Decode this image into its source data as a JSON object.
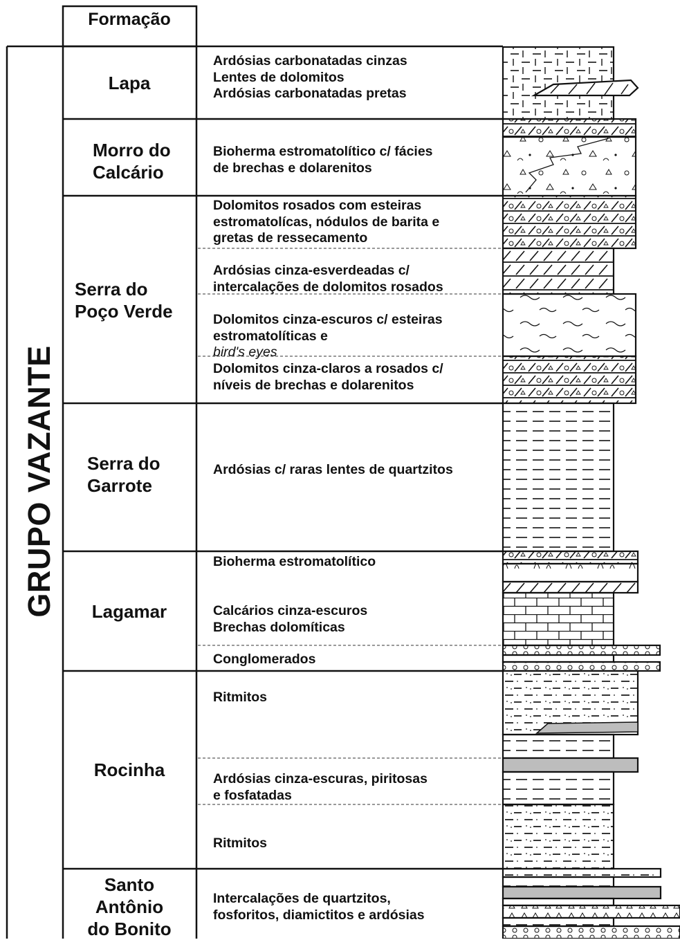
{
  "header": {
    "formation_label": "Formação"
  },
  "group": {
    "label": "GRUPO VAZANTE"
  },
  "formations": [
    {
      "id": "lapa",
      "lines": [
        "Lapa"
      ]
    },
    {
      "id": "morro",
      "lines": [
        "Morro do",
        "Calcário"
      ]
    },
    {
      "id": "poco",
      "lines": [
        "Serra do",
        "Poço Verde"
      ]
    },
    {
      "id": "garrote",
      "lines": [
        "Serra do",
        "Garrote"
      ]
    },
    {
      "id": "lagamar",
      "lines": [
        "Lagamar"
      ]
    },
    {
      "id": "rocinha",
      "lines": [
        "Rocinha"
      ]
    },
    {
      "id": "santo",
      "lines": [
        "Santo",
        "Antônio",
        "do Bonito"
      ]
    }
  ],
  "descriptions": {
    "lapa": [
      "Ardósias carbonatadas cinzas",
      "Lentes de dolomitos",
      "Ardósias carbonatadas pretas"
    ],
    "morro": [
      "Bioherma estromatolítico c/ fácies",
      "de brechas e dolarenitos"
    ],
    "poco_1": [
      "Dolomitos rosados com esteiras",
      "estromatolícas, nódulos de barita e",
      "gretas de ressecamento"
    ],
    "poco_2": [
      "Ardósias cinza-esverdeadas c/",
      "intercalações de dolomitos rosados"
    ],
    "poco_3": [
      "Dolomitos cinza-escuros c/ esteiras",
      "estromatolíticas e "
    ],
    "poco_3_italic": "bird's eyes",
    "poco_4": [
      "Dolomitos cinza-claros a rosados c/",
      "níveis de brechas e dolarenitos"
    ],
    "garrote": [
      "Ardósias c/ raras lentes de quartzitos"
    ],
    "lagamar_1": [
      "Bioherma estromatolítico"
    ],
    "lagamar_2": [
      "Calcários cinza-escuros",
      "Brechas dolomíticas"
    ],
    "lagamar_3": [
      "Conglomerados"
    ],
    "rocinha_1": [
      "Ritmitos"
    ],
    "rocinha_2": [
      "Ardósias cinza-escuras, piritosas",
      "e fosfatadas"
    ],
    "rocinha_3": [
      "Ritmitos"
    ],
    "santo": [
      "Intercalações de quartzitos,",
      "fosforitos, diamictitos e ardósias"
    ]
  },
  "colors": {
    "line": "#111111",
    "lens_fill": "#bdbdbd",
    "background": "#ffffff"
  }
}
